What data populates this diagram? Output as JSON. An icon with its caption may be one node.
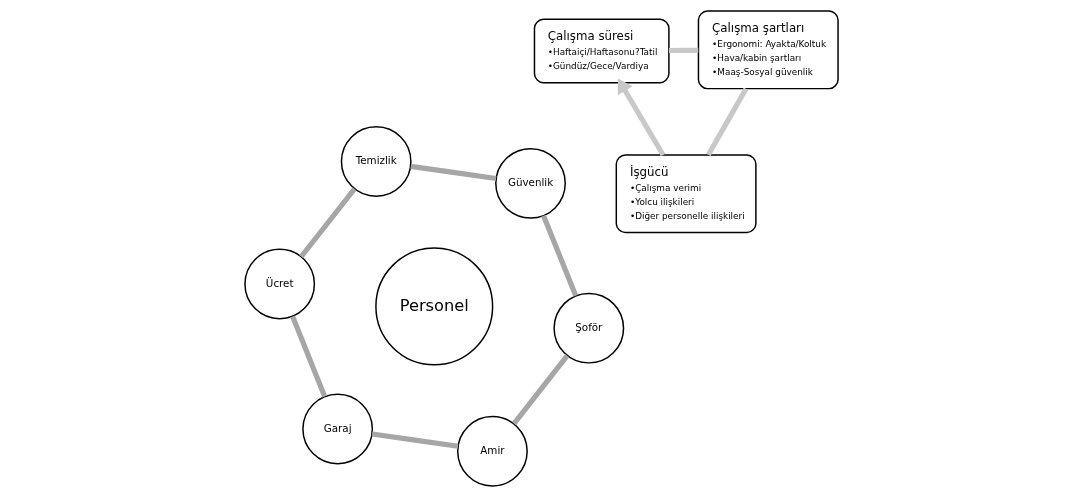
{
  "diagram": {
    "nodes": [
      {
        "text": [
          "Personel"
        ]
      },
      {
        "text": [
          "Amir"
        ]
      },
      {
        "text": [
          "Şoför"
        ]
      },
      {
        "text": [
          "Güvenlik"
        ]
      },
      {
        "text": [
          "Temizlik"
        ]
      },
      {
        "text": [
          "Ücret"
        ]
      },
      {
        "text": [
          "Garaj"
        ]
      },
      {
        "text": [
          "Çalışma süresi",
          "•Haftaiçi/Haftasonu?Tatil",
          "•Gündüz/Gece/Vardiya"
        ]
      },
      {
        "text": [
          "Çalışma şartları",
          "•Ergonomi: Ayakta/Koltuk",
          "•Hava/kabin şartları",
          "•Maaş-Sosyal güvenlik"
        ]
      },
      {
        "text": [
          "İşgücü",
          "•Çalışma verimi",
          "•Yolcu ilişkileri",
          "•Diğer personelle ilişkileri"
        ]
      }
    ],
    "edges": [
      {
        "from": 1,
        "to": 2,
        "arrow": "none"
      },
      {
        "from": 2,
        "to": 3,
        "arrow": "none"
      },
      {
        "from": 3,
        "to": 4,
        "arrow": "none"
      },
      {
        "from": 4,
        "to": 5,
        "arrow": "none"
      },
      {
        "from": 5,
        "to": 6,
        "arrow": "none"
      },
      {
        "from": 6,
        "to": 1,
        "arrow": "none"
      },
      {
        "from": 7,
        "to": 8,
        "arrow": "none",
        "color": "#c8c8c8"
      },
      {
        "from": 8,
        "to": 9,
        "arrow": "none",
        "color": "#c8c8c8"
      },
      {
        "from": 9,
        "to": 7,
        "arrow": "to",
        "color": "#c8c8c8"
      }
    ]
  }
}
